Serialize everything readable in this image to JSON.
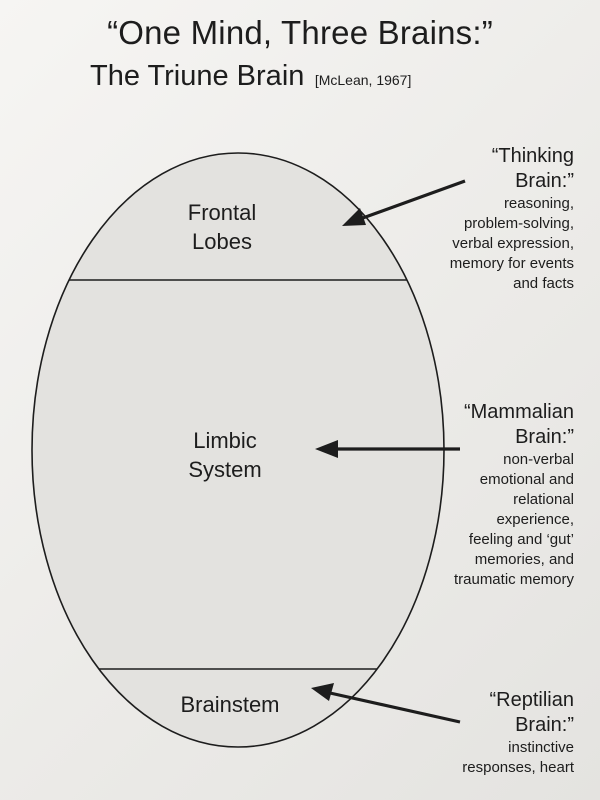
{
  "title": "“One Mind, Three Brains:”",
  "subtitle": "The Triune Brain",
  "citation": "[McLean, 1967]",
  "regions": {
    "frontal": [
      "Frontal",
      "Lobes"
    ],
    "limbic": [
      "Limbic",
      "System"
    ],
    "brainstem": [
      "Brainstem"
    ]
  },
  "notes": {
    "thinking": {
      "head": [
        "“Thinking",
        "Brain:”"
      ],
      "body": [
        "reasoning,",
        "problem-solving,",
        "verbal expression,",
        "memory for events",
        "and facts"
      ]
    },
    "mammalian": {
      "head": [
        "“Mammalian",
        "Brain:”"
      ],
      "body": [
        "non-verbal",
        "emotional and",
        "relational",
        "experience,",
        "feeling and ‘gut’",
        "memories, and",
        "traumatic memory"
      ]
    },
    "reptilian": {
      "head": [
        "“Reptilian",
        "Brain:”"
      ],
      "body": [
        "instinctive",
        "responses, heart"
      ]
    }
  },
  "colors": {
    "ink": "#1d1d1d",
    "fill": "#e3e2df"
  }
}
